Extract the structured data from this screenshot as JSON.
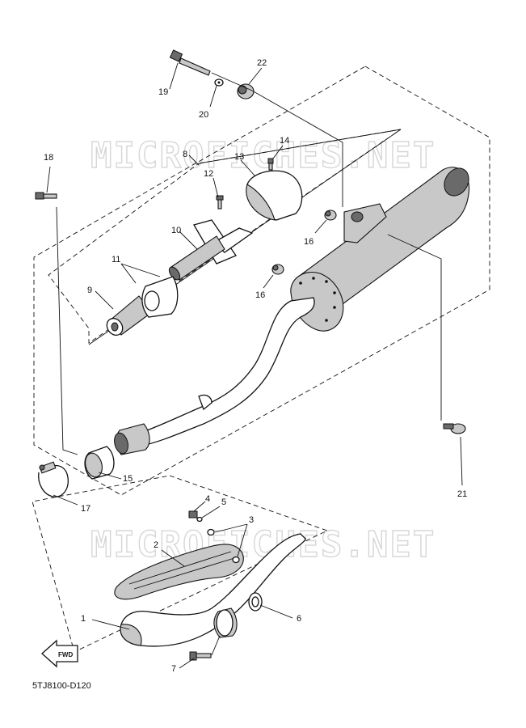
{
  "watermark": "MICROFICHES.NET",
  "diagram_code": "5TJ8100-D120",
  "fwd_label": "FWD",
  "callouts": [
    "1",
    "2",
    "3",
    "4",
    "5",
    "6",
    "7",
    "8",
    "9",
    "10",
    "11",
    "12",
    "13",
    "14",
    "15",
    "16",
    "16",
    "17",
    "18",
    "19",
    "20",
    "21",
    "22"
  ]
}
